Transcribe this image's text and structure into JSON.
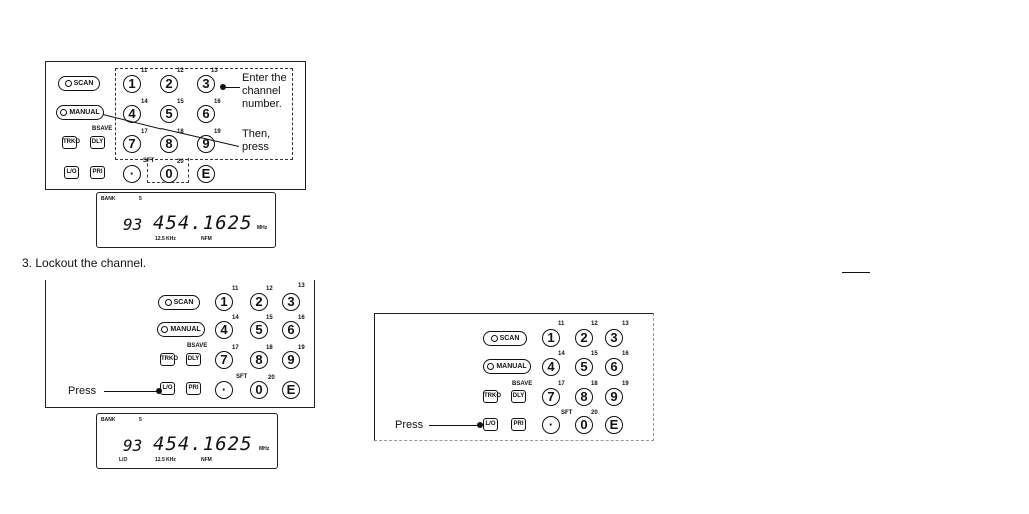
{
  "keypad": {
    "scan": "SCAN",
    "manual": "MANUAL",
    "trk": "TRKO",
    "dly": "DLY",
    "lo": "L/O",
    "pri": "PRI",
    "bsave": "BSAVE",
    "sft": "SFT",
    "dot": "·",
    "enter": "E",
    "digits": [
      "1",
      "2",
      "3",
      "4",
      "5",
      "6",
      "7",
      "8",
      "9",
      "0"
    ],
    "sups": [
      "11",
      "12",
      "13",
      "14",
      "15",
      "16",
      "17",
      "18",
      "19",
      "20"
    ]
  },
  "panel1": {
    "annotation_enter": "Enter the channel number.",
    "annotation_then": "Then, press"
  },
  "display1": {
    "bank": "BANK",
    "bank_no": "5",
    "channel": "93",
    "frequency": "454.1625",
    "unit": "MHz",
    "step": "12.5 KHz",
    "mode": "NFM"
  },
  "step3": "3.  Lockout the channel.",
  "panel2": {
    "press": "Press"
  },
  "display2": {
    "bank": "BANK",
    "bank_no": "5",
    "channel": "93",
    "frequency": "454.1625",
    "unit": "MHz",
    "lo": "L/O",
    "step": "12.5 KHz",
    "mode": "NFM"
  },
  "panel3": {
    "press": "Press"
  }
}
